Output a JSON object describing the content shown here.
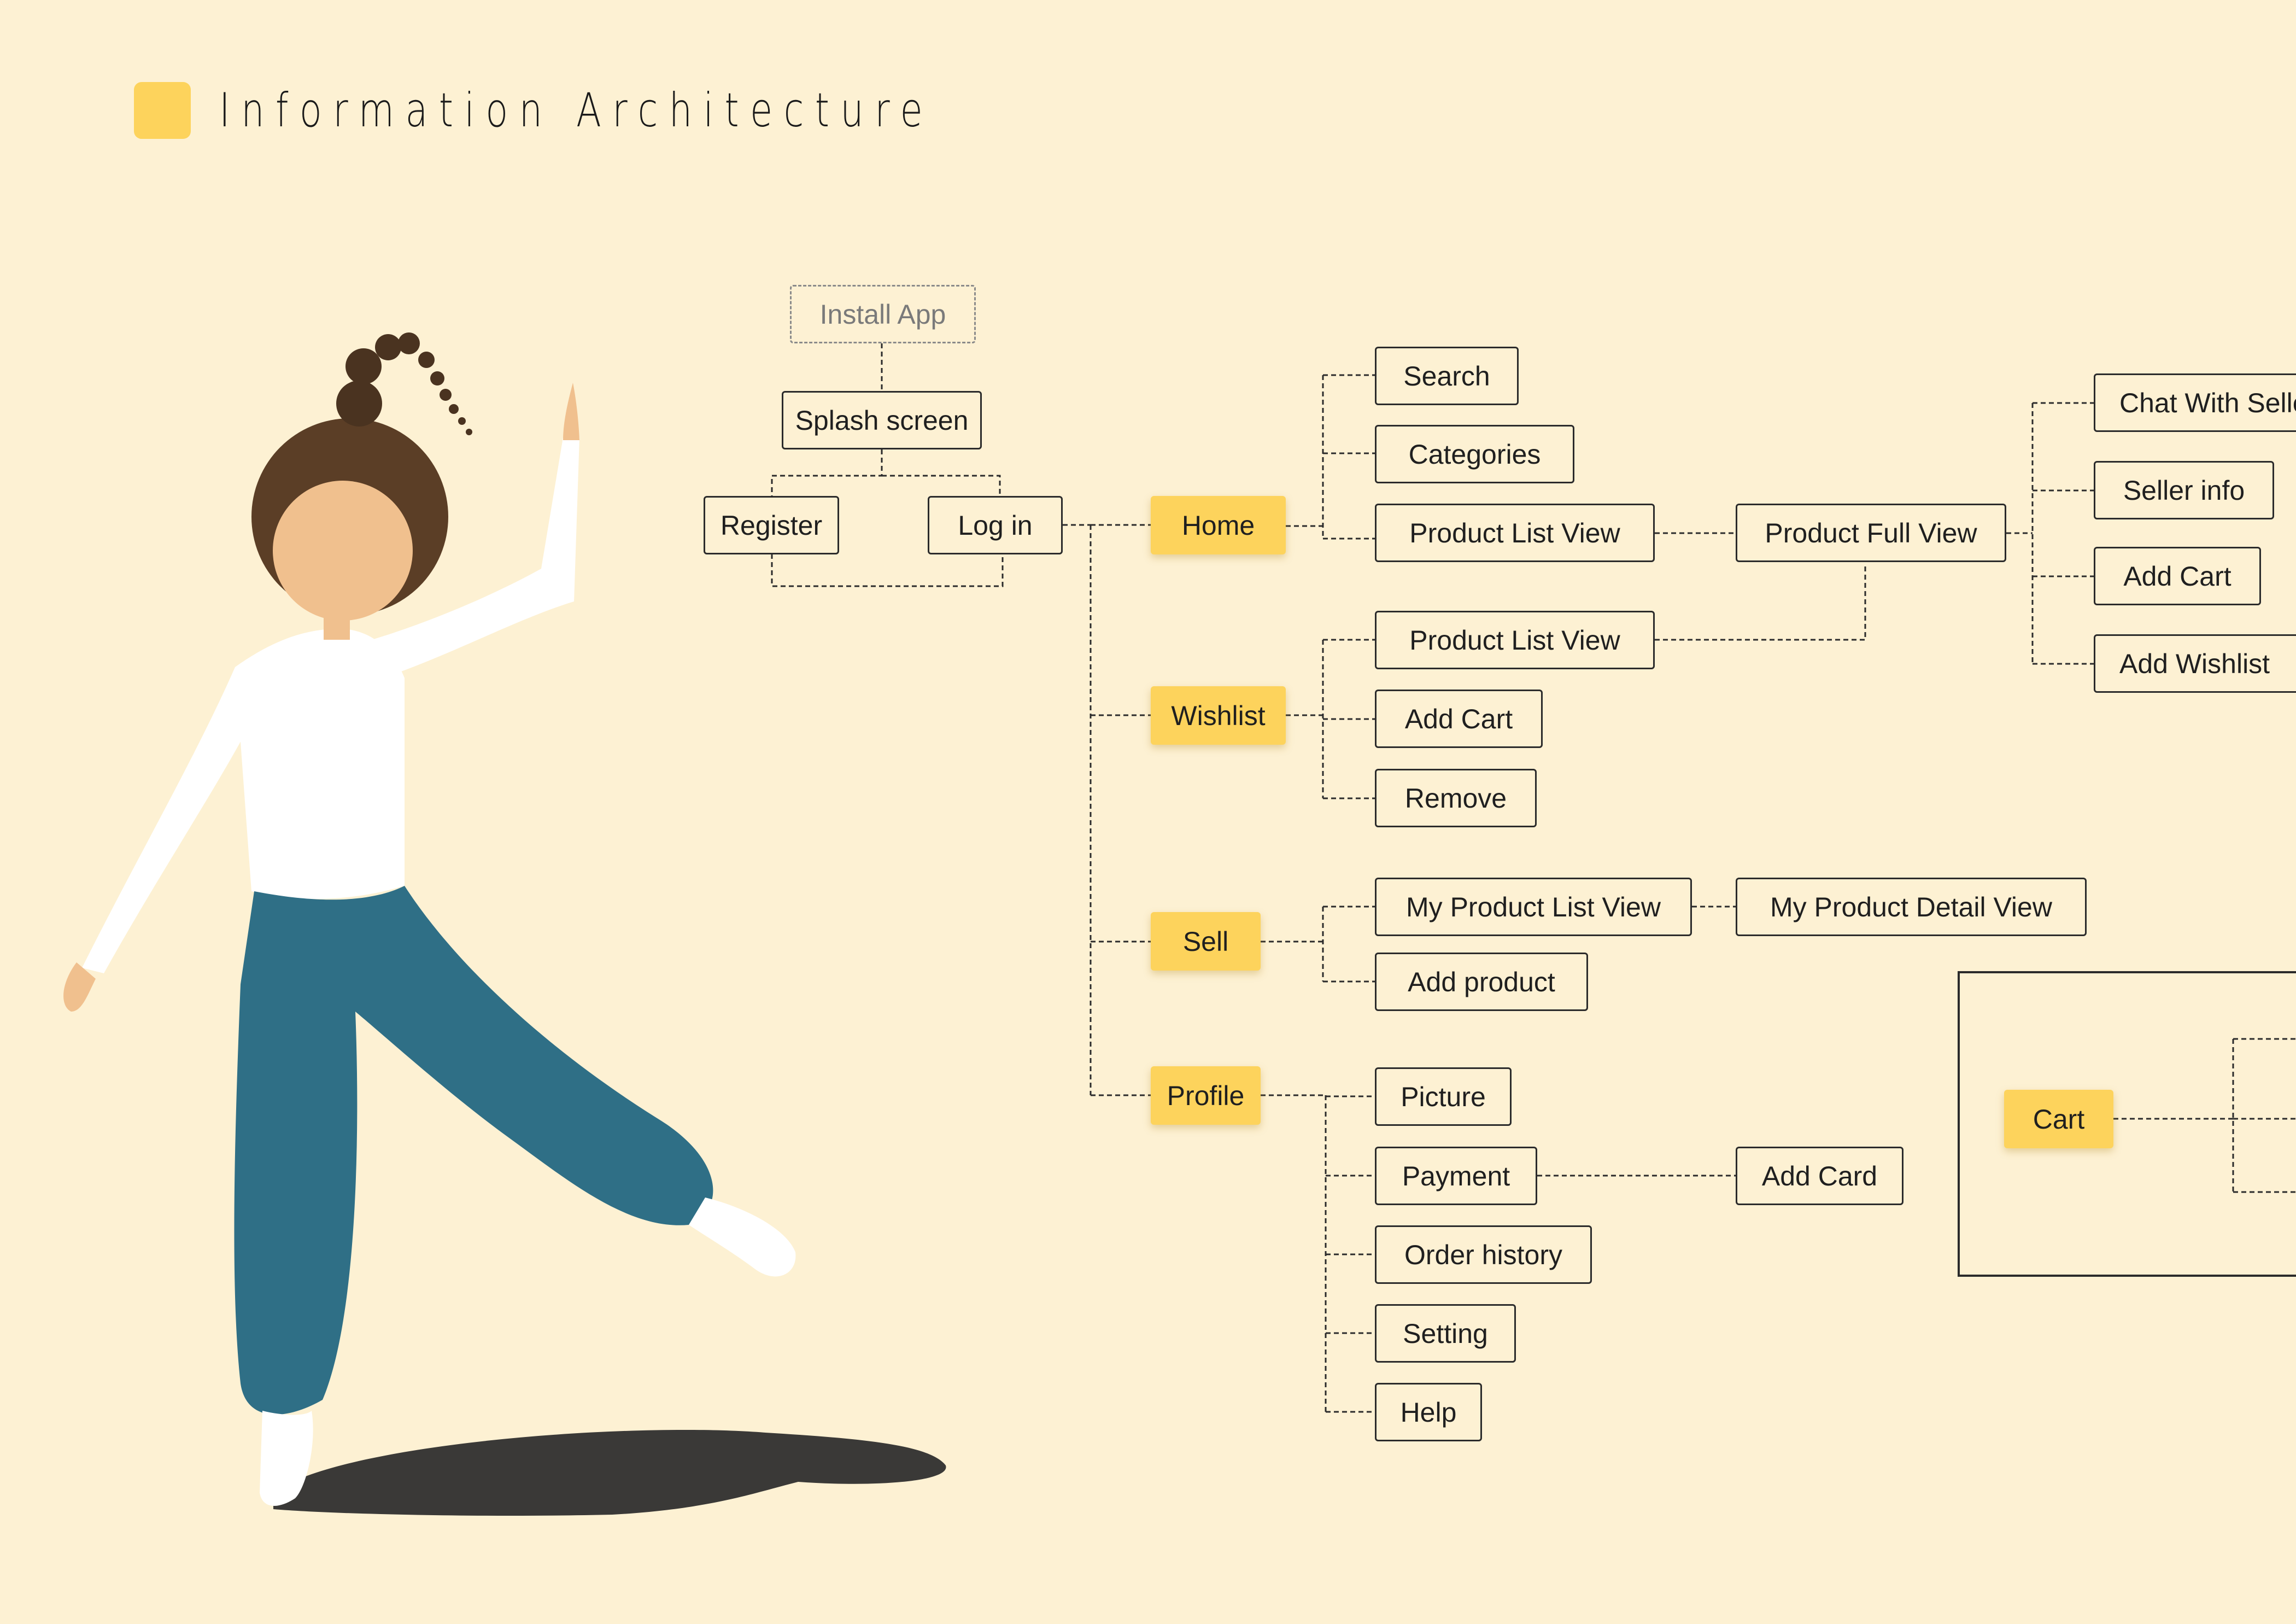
{
  "title": "Information Architecture",
  "colors": {
    "background": "#fdf1d3",
    "accent": "#fdd35c",
    "line": "#2b2b2b"
  },
  "nodes": {
    "install_app": "Install App",
    "splash_screen": "Splash screen",
    "register": "Register",
    "log_in": "Log in",
    "home": "Home",
    "wishlist": "Wishlist",
    "sell": "Sell",
    "profile": "Profile",
    "search": "Search",
    "categories": "Categories",
    "home_product_list_view": "Product List View",
    "product_full_view": "Product Full View",
    "chat_with_seller": "Chat With Seller",
    "seller_info": "Seller info",
    "pfv_add_cart": "Add Cart",
    "add_wishlist": "Add Wishlist",
    "wishlist_product_list_view": "Product List View",
    "wishlist_add_cart": "Add Cart",
    "remove": "Remove",
    "my_product_list_view": "My Product List View",
    "my_product_detail_view": "My Product Detail View",
    "add_product": "Add product",
    "picture": "Picture",
    "payment": "Payment",
    "add_card": "Add Card",
    "order_history": "Order history",
    "setting": "Setting",
    "help": "Help",
    "cart": "Cart"
  },
  "illustration": "dancing-woman-illustration"
}
